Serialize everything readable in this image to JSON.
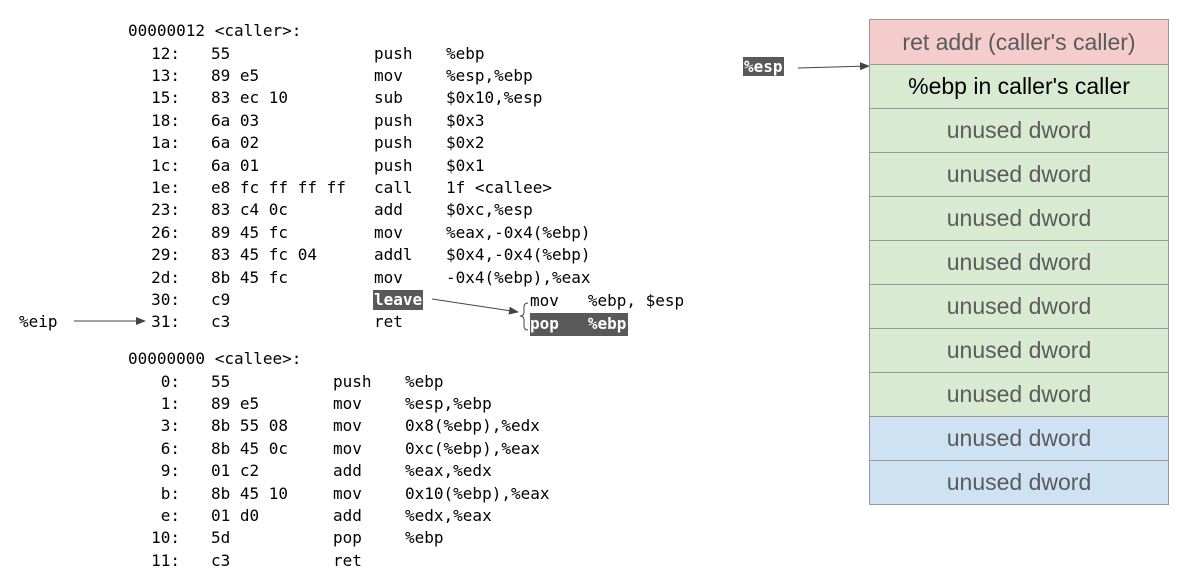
{
  "caller": {
    "header": "00000012 <caller>:",
    "lines": [
      {
        "addr": "12:",
        "bytes": "55",
        "op": "push",
        "args": "%ebp"
      },
      {
        "addr": "13:",
        "bytes": "89 e5",
        "op": "mov",
        "args": "%esp,%ebp"
      },
      {
        "addr": "15:",
        "bytes": "83 ec 10",
        "op": "sub",
        "args": "$0x10,%esp"
      },
      {
        "addr": "18:",
        "bytes": "6a 03",
        "op": "push",
        "args": "$0x3"
      },
      {
        "addr": "1a:",
        "bytes": "6a 02",
        "op": "push",
        "args": "$0x2"
      },
      {
        "addr": "1c:",
        "bytes": "6a 01",
        "op": "push",
        "args": "$0x1"
      },
      {
        "addr": "1e:",
        "bytes": "e8 fc ff ff ff",
        "op": "call",
        "args": "1f <callee>"
      },
      {
        "addr": "23:",
        "bytes": "83 c4 0c",
        "op": "add",
        "args": "$0xc,%esp"
      },
      {
        "addr": "26:",
        "bytes": "89 45 fc",
        "op": "mov",
        "args": "%eax,-0x4(%ebp)"
      },
      {
        "addr": "29:",
        "bytes": "83 45 fc 04",
        "op": "addl",
        "args": "$0x4,-0x4(%ebp)"
      },
      {
        "addr": "2d:",
        "bytes": "8b 45 fc",
        "op": "mov",
        "args": "-0x4(%ebp),%eax"
      },
      {
        "addr": "30:",
        "bytes": "c9",
        "op": "leave",
        "args": ""
      },
      {
        "addr": "31:",
        "bytes": "c3",
        "op": "ret",
        "args": ""
      }
    ],
    "leave_expansion": [
      {
        "op": "mov",
        "args": "%ebp, $esp"
      },
      {
        "op": "pop",
        "args": "%ebp"
      }
    ]
  },
  "callee": {
    "header": "00000000 <callee>:",
    "lines": [
      {
        "addr": "0:",
        "bytes": "55",
        "op": "push",
        "args": "%ebp"
      },
      {
        "addr": "1:",
        "bytes": "89 e5",
        "op": "mov",
        "args": "%esp,%ebp"
      },
      {
        "addr": "3:",
        "bytes": "8b 55 08",
        "op": "mov",
        "args": "0x8(%ebp),%edx"
      },
      {
        "addr": "6:",
        "bytes": "8b 45 0c",
        "op": "mov",
        "args": "0xc(%ebp),%eax"
      },
      {
        "addr": "9:",
        "bytes": "01 c2",
        "op": "add",
        "args": "%eax,%edx"
      },
      {
        "addr": "b:",
        "bytes": "8b 45 10",
        "op": "mov",
        "args": "0x10(%ebp),%eax"
      },
      {
        "addr": "e:",
        "bytes": "01 d0",
        "op": "add",
        "args": "%edx,%eax"
      },
      {
        "addr": "10:",
        "bytes": "5d",
        "op": "pop",
        "args": "%ebp"
      },
      {
        "addr": "11:",
        "bytes": "c3",
        "op": "ret",
        "args": ""
      }
    ]
  },
  "labels": {
    "eip": "%eip",
    "esp": "%esp"
  },
  "stack": [
    {
      "text": "ret addr (caller's caller)",
      "color": "#f4cccc"
    },
    {
      "text": "%ebp in caller's caller",
      "color": "#d9ead3"
    },
    {
      "text": "unused dword",
      "color": "#d9ead3"
    },
    {
      "text": "unused dword",
      "color": "#d9ead3"
    },
    {
      "text": "unused dword",
      "color": "#d9ead3"
    },
    {
      "text": "unused dword",
      "color": "#d9ead3"
    },
    {
      "text": "unused dword",
      "color": "#d9ead3"
    },
    {
      "text": "unused dword",
      "color": "#d9ead3"
    },
    {
      "text": "unused dword",
      "color": "#d9ead3"
    },
    {
      "text": "unused dword",
      "color": "#cfe2f3"
    },
    {
      "text": "unused dword",
      "color": "#cfe2f3"
    }
  ]
}
